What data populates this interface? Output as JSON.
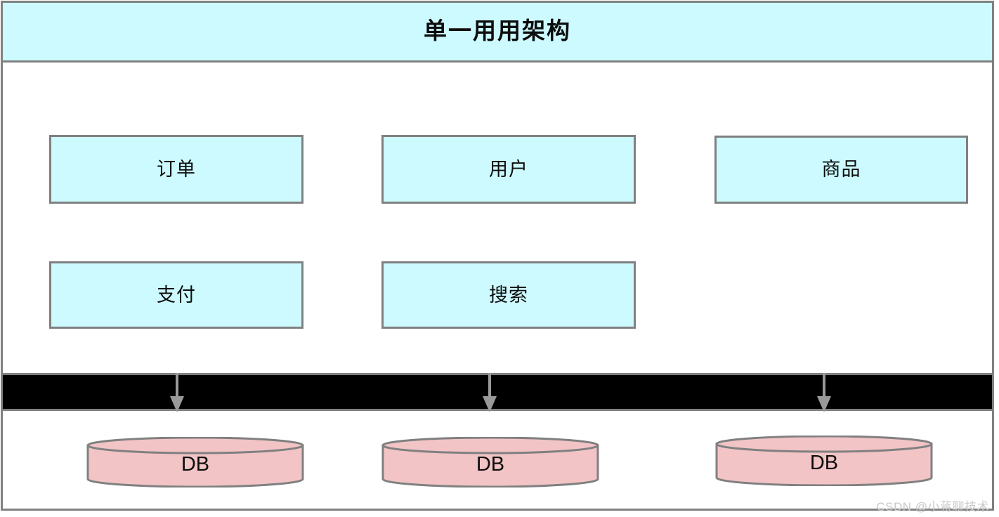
{
  "diagram": {
    "title": "单一用用架构",
    "colors": {
      "box_fill": "#ccfaff",
      "box_border": "#808080",
      "bar_fill": "#000000",
      "db_fill": "#f2c4c6",
      "db_border": "#808080",
      "arrow": "#999999",
      "text": "#0d0d0d",
      "watermark": "#c9c9c9"
    },
    "service_boxes": [
      {
        "label": "订单",
        "row": 1,
        "column": 1
      },
      {
        "label": "用户",
        "row": 1,
        "column": 2
      },
      {
        "label": "商品",
        "row": 1,
        "column": 3
      },
      {
        "label": "支付",
        "row": 2,
        "column": 1
      },
      {
        "label": "搜索",
        "row": 2,
        "column": 2
      }
    ],
    "arrows": [
      {
        "name": "arrow-left",
        "direction": "down"
      },
      {
        "name": "arrow-middle",
        "direction": "down"
      },
      {
        "name": "arrow-right",
        "direction": "down"
      }
    ],
    "databases": [
      {
        "label": "DB",
        "index": 1
      },
      {
        "label": "DB",
        "index": 2
      },
      {
        "label": "DB",
        "index": 3
      }
    ],
    "watermark": "CSDN @小蒋聊技术"
  }
}
